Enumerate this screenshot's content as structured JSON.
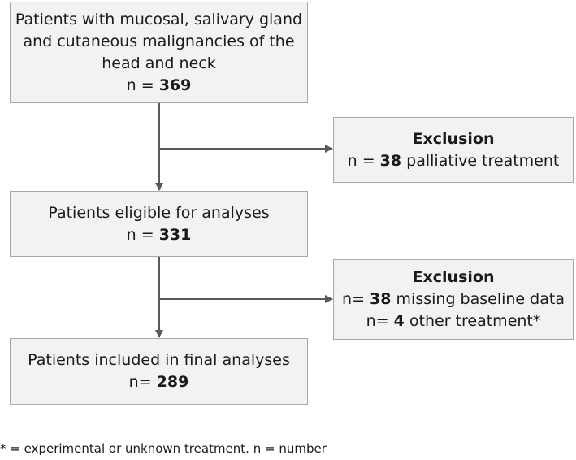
{
  "boxes": {
    "patients": {
      "line1": "Patients with mucosal, salivary gland",
      "line2": "and cutaneous malignancies of the",
      "line3": "head and neck",
      "n_prefix": "n = ",
      "n_value": "369"
    },
    "exclusion1": {
      "title": "Exclusion",
      "n_prefix": "n = ",
      "n_value": "38",
      "reason": " palliative treatment"
    },
    "eligible": {
      "line1": "Patients eligible for analyses",
      "n_prefix": "n = ",
      "n_value": "331"
    },
    "exclusion2": {
      "title": "Exclusion",
      "row1_prefix": "n= ",
      "row1_value": "38",
      "row1_reason": " missing baseline data",
      "row2_prefix": "n= ",
      "row2_value": "4",
      "row2_reason": " other treatment*"
    },
    "final": {
      "line1": "Patients included in final analyses",
      "n_prefix": "n= ",
      "n_value": "289"
    }
  },
  "footnote": "* = experimental or unknown treatment. n = number",
  "colors": {
    "box_fill": "#f2f2f2",
    "box_border": "#a6a6a6",
    "arrow": "#595959"
  }
}
